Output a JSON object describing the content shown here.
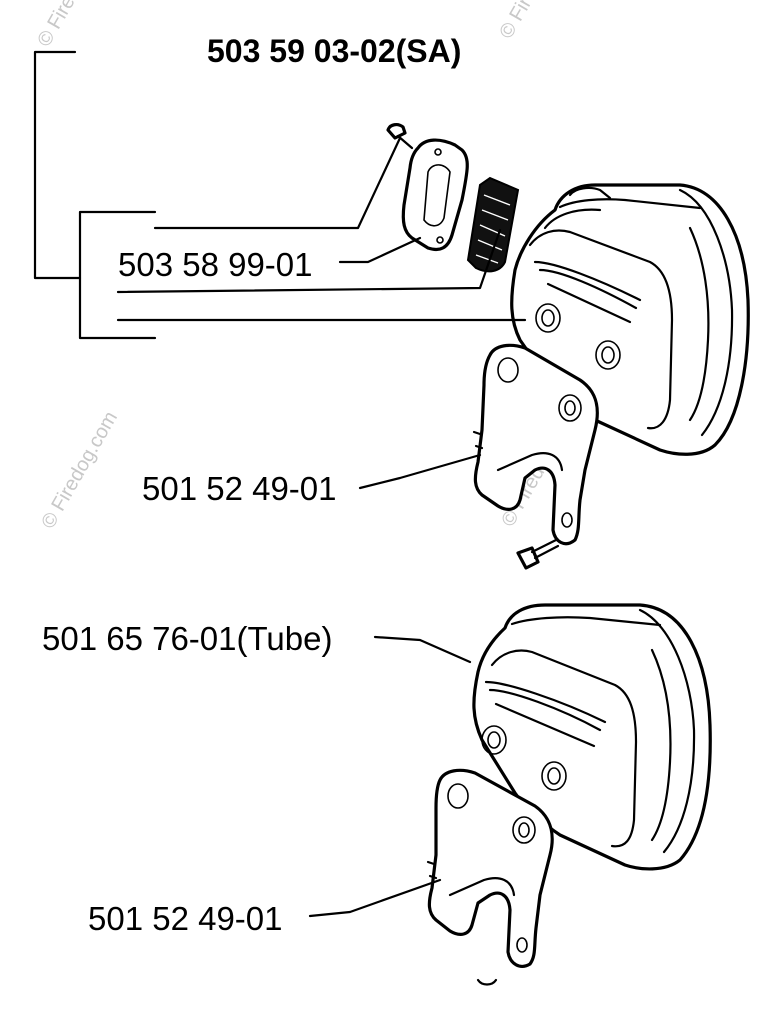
{
  "labels": {
    "assembly_kit": "503 59 03-02(SA)",
    "gasket": "503 58 99-01",
    "bracket_top": "501 52 49-01",
    "muffler_tube": "501 65 76-01(Tube)",
    "bracket_bottom": "501 52 49-01"
  },
  "watermarks": {
    "top_left": "© Firedog.com",
    "top_mid": "© Firedog.com",
    "left_mid": "© Firedog.com",
    "center": "© Firedog.com"
  }
}
